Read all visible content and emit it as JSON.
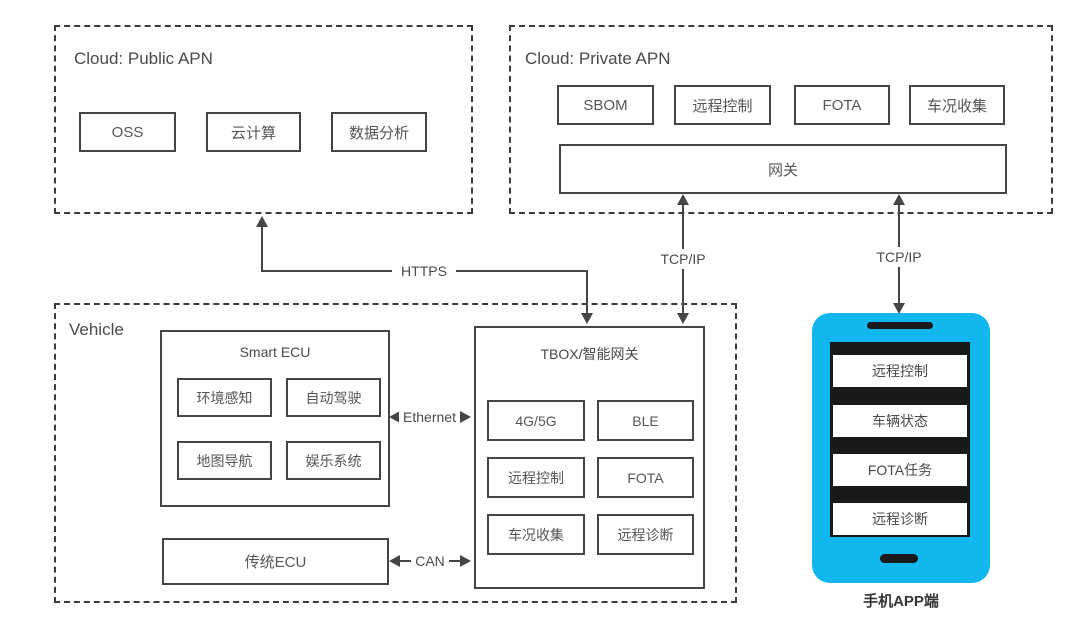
{
  "colors": {
    "line": "#454545",
    "text": "#4a4a4a",
    "phone_accent": "#12b7f0",
    "phone_screen": "#191919"
  },
  "public_apn": {
    "title": "Cloud: Public APN",
    "items": [
      "OSS",
      "云计算",
      "数据分析"
    ]
  },
  "private_apn": {
    "title": "Cloud: Private APN",
    "items": [
      "SBOM",
      "远程控制",
      "FOTA",
      "车况收集"
    ],
    "gateway_label": "网关"
  },
  "vehicle": {
    "title": "Vehicle",
    "smart_ecu": {
      "title": "Smart ECU",
      "items": [
        "环境感知",
        "自动驾驶",
        "地图导航",
        "娱乐系统"
      ]
    },
    "legacy_ecu_label": "传统ECU",
    "tbox": {
      "title": "TBOX/智能网关",
      "items": [
        "4G/5G",
        "BLE",
        "远程控制",
        "FOTA",
        "车况收集",
        "远程诊断"
      ]
    }
  },
  "phone": {
    "items": [
      "远程控制",
      "车辆状态",
      "FOTA任务",
      "远程诊断"
    ],
    "caption": "手机APP端"
  },
  "connectors": {
    "https": "HTTPS",
    "tcpip_left": "TCP/IP",
    "tcpip_right": "TCP/IP",
    "ethernet": "Ethernet",
    "can": "CAN"
  }
}
